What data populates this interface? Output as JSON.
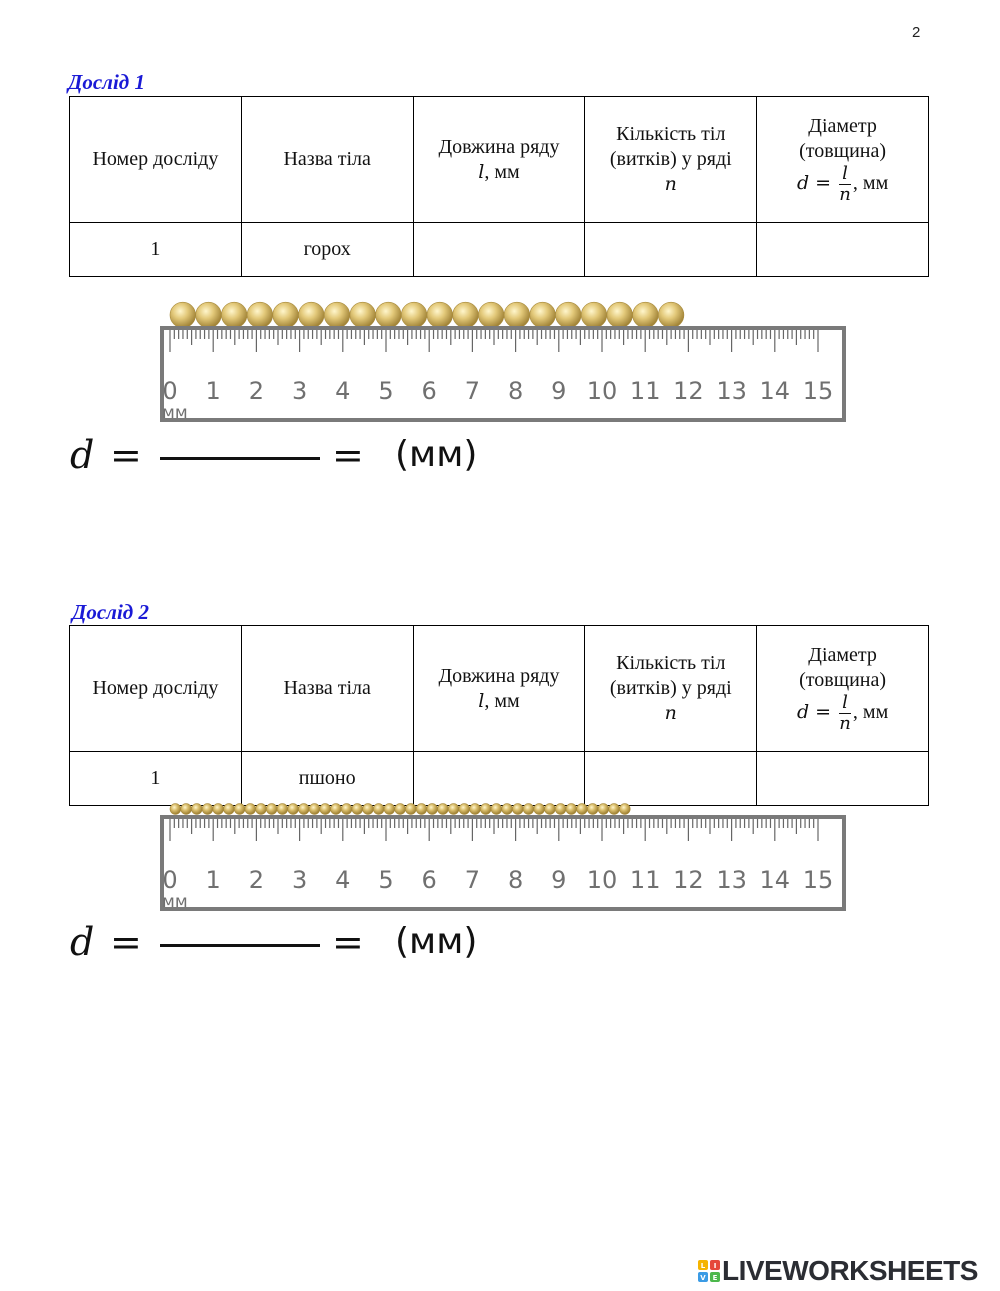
{
  "page_number": "2",
  "experiments": [
    {
      "title": "Дослід 1",
      "headers": {
        "col1": "Номер досліду",
        "col2": "Назва тіла",
        "col3_line1": "Довжина ряду",
        "col3_var": "l",
        "col3_unit": ", мм",
        "col4_line1": "Кількість тіл",
        "col4_line2": "(витків) у ряді",
        "col4_var": "n",
        "col5_line1": "Діаметр",
        "col5_line2": "(товщина)",
        "col5_d": "d",
        "col5_eq": " = ",
        "col5_num": "l",
        "col5_den": "n",
        "col5_unit": ", мм"
      },
      "row": {
        "number": "1",
        "body_name": "горох",
        "length": "",
        "count": "",
        "diameter": ""
      },
      "ruler": {
        "numbers": [
          "0",
          "1",
          "2",
          "3",
          "4",
          "5",
          "6",
          "7",
          "8",
          "9",
          "10",
          "11",
          "12",
          "13",
          "14",
          "15"
        ],
        "unit": "мм",
        "object_count": 20
      },
      "formula": {
        "lhs": "d",
        "eq1": "=",
        "eq2": "=",
        "unit": "(мм)"
      }
    },
    {
      "title": "Дослід  2",
      "headers": {
        "col1": "Номер досліду",
        "col2": "Назва тіла",
        "col3_line1": "Довжина ряду",
        "col3_var": "l",
        "col3_unit": ", мм",
        "col4_line1": "Кількість тіл",
        "col4_line2": "(витків) у ряді",
        "col4_var": "n",
        "col5_line1": "Діаметр",
        "col5_line2": "(товщина)",
        "col5_d": "d",
        "col5_eq": " = ",
        "col5_num": "l",
        "col5_den": "n",
        "col5_unit": ", мм"
      },
      "row": {
        "number": "1",
        "body_name": "пшоно",
        "length": "",
        "count": "",
        "diameter": ""
      },
      "ruler": {
        "numbers": [
          "0",
          "1",
          "2",
          "3",
          "4",
          "5",
          "6",
          "7",
          "8",
          "9",
          "10",
          "11",
          "12",
          "13",
          "14",
          "15"
        ],
        "unit": "мм",
        "object_count": 43
      },
      "formula": {
        "lhs": "d",
        "eq1": "=",
        "eq2": "=",
        "unit": "(мм)"
      }
    }
  ],
  "logo": {
    "text": "LIVEWORKSHEETS",
    "icon": "liveworksheets-logo-icon",
    "icon_letters": "LIVE"
  },
  "colors": {
    "title": "#1a1ad6",
    "bead": "#d8c06a",
    "ruler_tick": "#666666",
    "ruler_number": "#707070"
  }
}
